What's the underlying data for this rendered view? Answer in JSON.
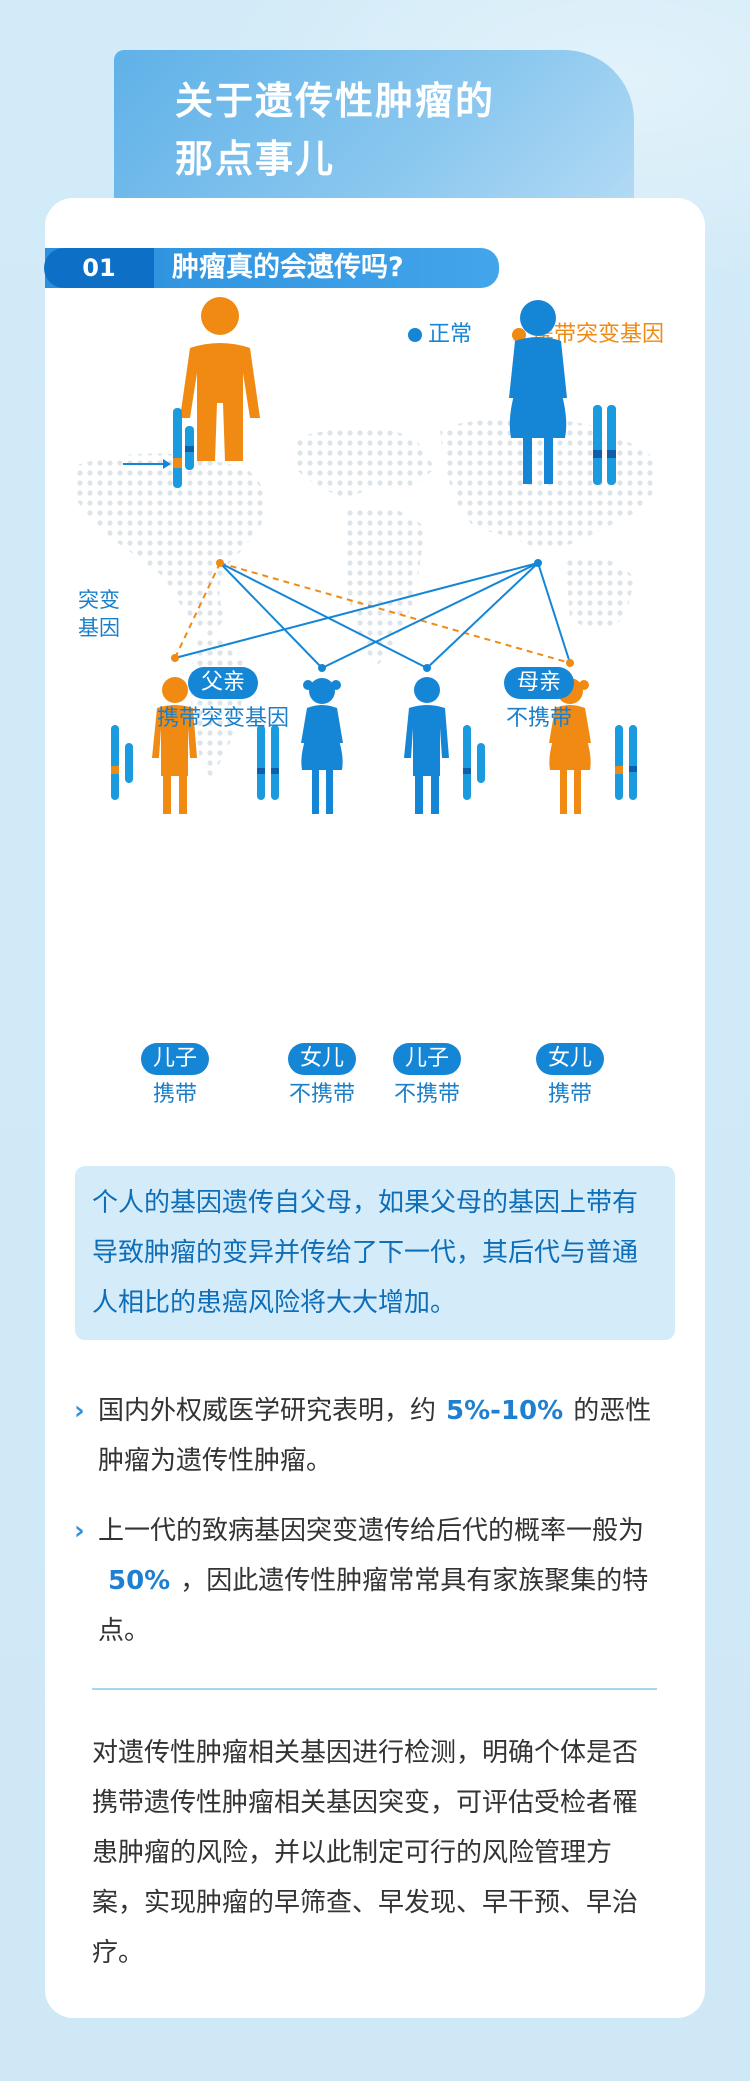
{
  "banner": {
    "title": "关于遗传性肿瘤的\n那点事儿"
  },
  "section": {
    "number": "01",
    "title": "肿瘤真的会遗传吗?"
  },
  "legend": {
    "normal": {
      "label": "正常",
      "color": "#1586d6"
    },
    "mutant": {
      "label": "携带突变基因",
      "color": "#f08a12"
    }
  },
  "diagram": {
    "mutation_label": "突变\n基因",
    "father": {
      "role": "父亲",
      "status": "携带突变基因"
    },
    "mother": {
      "role": "母亲",
      "status": "不携带"
    },
    "children": [
      {
        "role": "儿子",
        "status": "携带"
      },
      {
        "role": "女儿",
        "status": "不携带"
      },
      {
        "role": "儿子",
        "status": "不携带"
      },
      {
        "role": "女儿",
        "status": "携带"
      }
    ]
  },
  "info": "个人的基因遗传自父母，如果父母的基因上带有导致肿瘤的变异并传给了下一代，其后代与普通人相比的患癌风险将大大增加。",
  "bullets": [
    {
      "before": "国内外权威医学研究表明，约",
      "highlight": "5%-10%",
      "after": "的恶性肿瘤为遗传性肿瘤。"
    },
    {
      "before": "上一代的致病基因突变遗传给后代的概率一般为",
      "highlight": "50%",
      "after": "，因此遗传性肿瘤常常具有家族聚集的特点。"
    }
  ],
  "conclusion": "对遗传性肿瘤相关基因进行检测，明确个体是否携带遗传性肿瘤相关基因突变，可评估受检者罹患肿瘤的风险，并以此制定可行的风险管理方案，实现肿瘤的早筛查、早发现、早干预、早治疗。"
}
